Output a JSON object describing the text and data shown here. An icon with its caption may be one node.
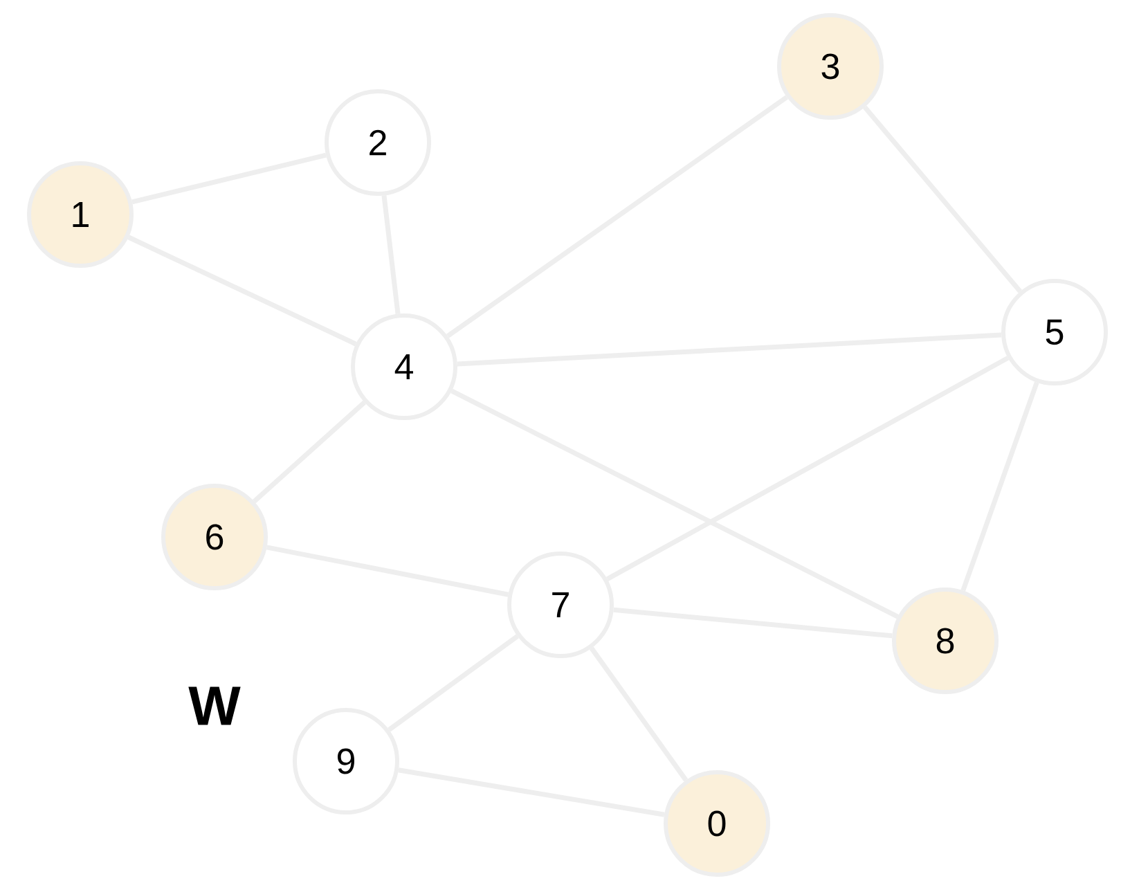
{
  "diagram": {
    "nodes": [
      {
        "text": [
          "3"
        ]
      },
      {
        "text": [
          "2"
        ]
      },
      {
        "text": [
          "1"
        ]
      },
      {
        "text": [
          "5"
        ]
      },
      {
        "text": [
          "4"
        ]
      },
      {
        "text": [
          "6"
        ]
      },
      {
        "text": [
          "7"
        ]
      },
      {
        "text": [
          "8"
        ]
      },
      {
        "text": [
          "9"
        ]
      },
      {
        "text": [
          "0"
        ]
      }
    ],
    "edges": [
      {
        "from": 2,
        "to": 1,
        "arrow": "none"
      },
      {
        "from": 2,
        "to": 4,
        "arrow": "none"
      },
      {
        "from": 1,
        "to": 4,
        "arrow": "none"
      },
      {
        "from": 4,
        "to": 0,
        "arrow": "none"
      },
      {
        "from": 0,
        "to": 3,
        "arrow": "none"
      },
      {
        "from": 4,
        "to": 3,
        "arrow": "none"
      },
      {
        "from": 4,
        "to": 5,
        "arrow": "none"
      },
      {
        "from": 4,
        "to": 7,
        "arrow": "none"
      },
      {
        "from": 3,
        "to": 6,
        "arrow": "none"
      },
      {
        "from": 3,
        "to": 7,
        "arrow": "none"
      },
      {
        "from": 5,
        "to": 6,
        "arrow": "none"
      },
      {
        "from": 6,
        "to": 7,
        "arrow": "none"
      },
      {
        "from": 6,
        "to": 8,
        "arrow": "none"
      },
      {
        "from": 6,
        "to": 9,
        "arrow": "none"
      },
      {
        "from": 8,
        "to": 9,
        "arrow": "none"
      }
    ],
    "labels": [
      "W"
    ]
  }
}
